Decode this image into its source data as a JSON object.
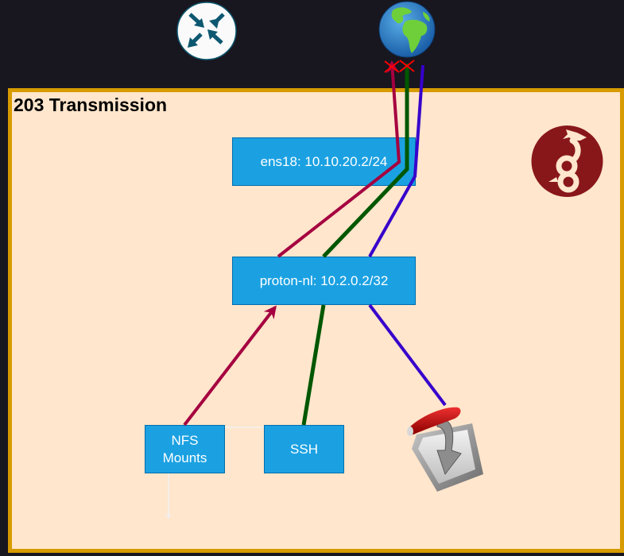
{
  "diagram": {
    "container": {
      "title": "203 Transmission",
      "fill_color": "#ffe6cc",
      "border_color": "#d79b00"
    },
    "nodes": {
      "ens18": {
        "label": "ens18: 10.10.20.2/24"
      },
      "proton": {
        "label": "proton-nl: 10.2.0.2/32"
      },
      "nfs": {
        "label": "NFS\nMounts"
      },
      "ssh": {
        "label": "SSH"
      }
    },
    "icons": {
      "router": "router-icon",
      "internet": "globe-icon",
      "wireguard": "wireguard-logo-icon",
      "transmission": "transmission-app-icon"
    },
    "connections": [
      {
        "from": "NFS Mounts",
        "to": "Internet",
        "via": [
          "proton-nl",
          "ens18"
        ],
        "color": "#a50040",
        "blocked": true,
        "arrow": true
      },
      {
        "from": "SSH",
        "to": "Internet",
        "via": [
          "proton-nl",
          "ens18"
        ],
        "color": "#005700",
        "blocked": true,
        "arrow": false
      },
      {
        "from": "Transmission",
        "to": "Internet",
        "via": [
          "proton-nl",
          "ens18"
        ],
        "color": "#3700cc",
        "blocked": false,
        "arrow": false
      }
    ],
    "colors": {
      "background": "#18161f",
      "node_fill": "#1ba1e2",
      "node_border": "#006eaf",
      "blocked_marker": "#ff0000"
    }
  }
}
